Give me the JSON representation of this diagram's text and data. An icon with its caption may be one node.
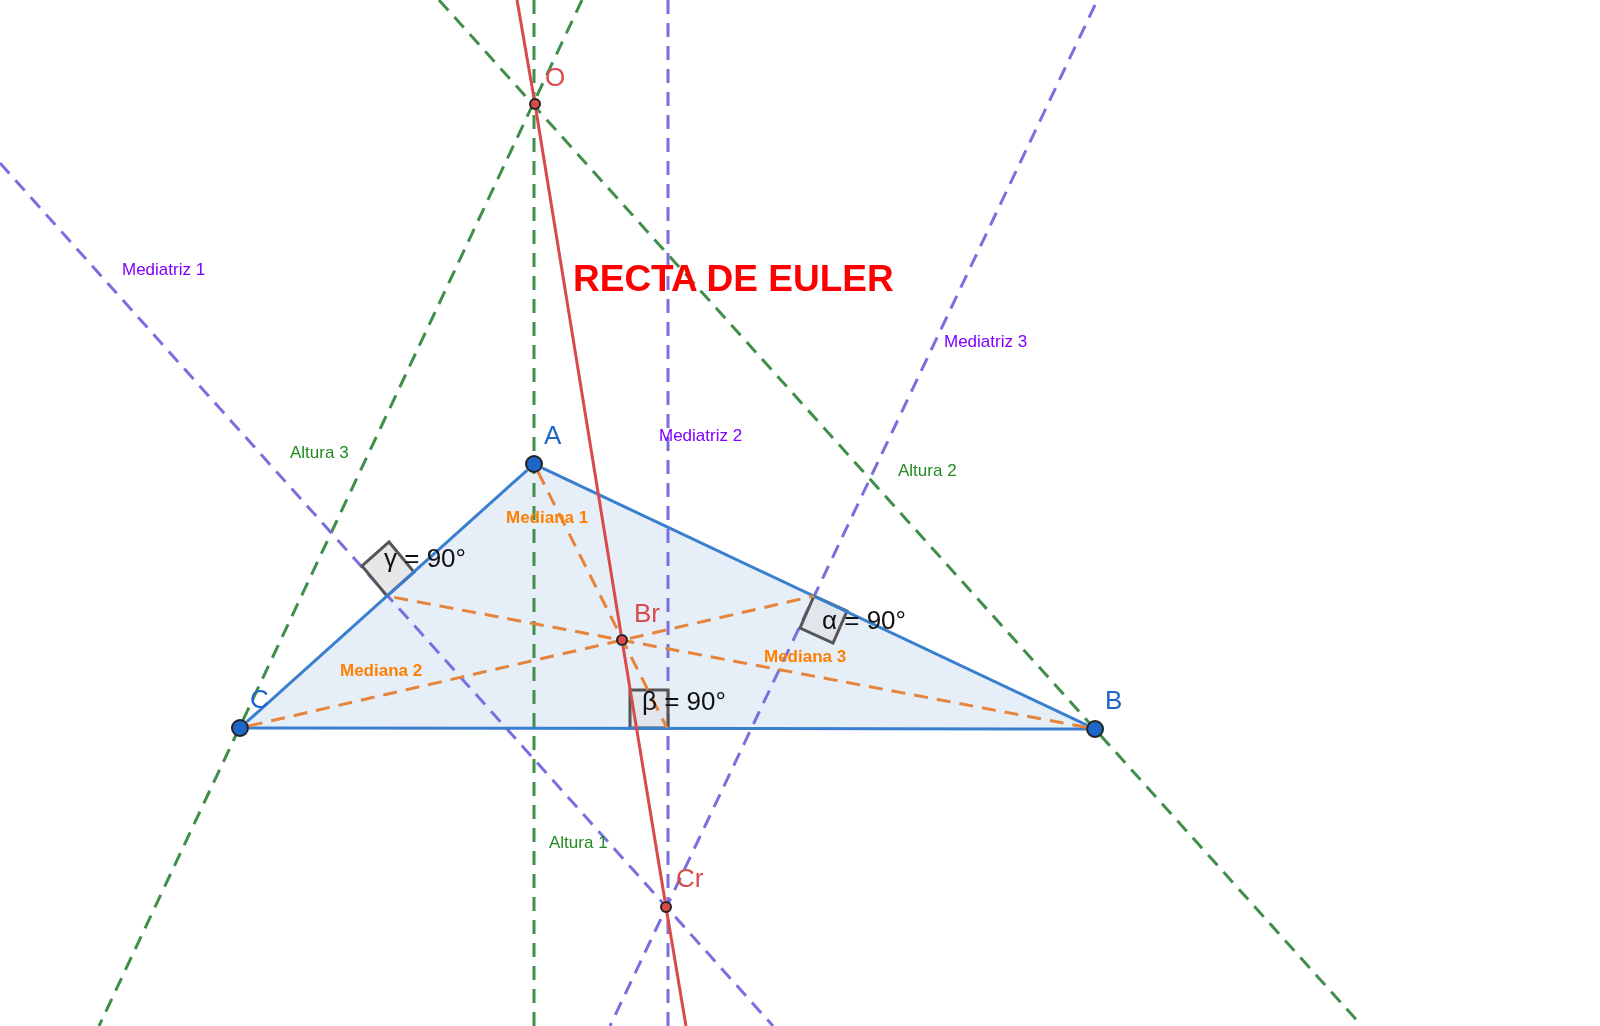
{
  "diagram": {
    "title": "RECTA DE EULER",
    "nodes": [
      {
        "text": [
          "O"
        ]
      },
      {
        "text": [
          "A"
        ]
      },
      {
        "text": [
          "Br"
        ]
      },
      {
        "text": [
          "C"
        ]
      },
      {
        "text": [
          "B"
        ]
      },
      {
        "text": [
          "Cr"
        ]
      },
      {
        "text": [],
        "shape": "diamond"
      },
      {
        "text": [],
        "shape": "box"
      },
      {
        "text": [],
        "shape": "box"
      }
    ],
    "edges": [
      {
        "from": 1,
        "to": 4,
        "arrow": "none"
      },
      {
        "from": 4,
        "to": 3,
        "arrow": "none"
      },
      {
        "from": 3,
        "to": 1,
        "arrow": "none"
      },
      {
        "from": 0,
        "to": 2,
        "arrow": "none",
        "color": "#d94a4a"
      },
      {
        "from": 2,
        "to": 5,
        "arrow": "none",
        "color": "#d94a4a"
      },
      {
        "from": 1,
        "to": 8,
        "arrow": "none",
        "style": "dashed",
        "color": "#e5843a"
      },
      {
        "from": 4,
        "to": 6,
        "arrow": "none",
        "style": "dashed",
        "color": "#e5843a"
      },
      {
        "from": 3,
        "to": 7,
        "arrow": "none",
        "style": "dashed",
        "color": "#e5843a"
      }
    ],
    "labels": [
      "Mediatriz 1",
      "Mediatriz 3",
      "Altura 3",
      "Mediatriz 2",
      "Altura 2",
      "Mediana 1",
      "γ = 90°",
      "α = 90°",
      "Mediana 3",
      "Mediana 2",
      "β = 90°",
      "Altura 1"
    ]
  }
}
